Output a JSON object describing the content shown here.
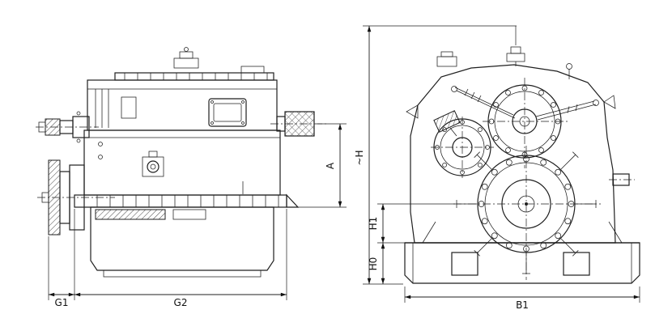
{
  "page": {
    "background": "#ffffff",
    "line_color": "#1f1f1f"
  },
  "drawing": {
    "kind": "technical-drawing-two-views",
    "dimensions": {
      "g1": "G1",
      "g2": "G2",
      "a": "A",
      "h": "~H",
      "h1": "H1",
      "h0": "H0",
      "b1": "B1"
    }
  }
}
